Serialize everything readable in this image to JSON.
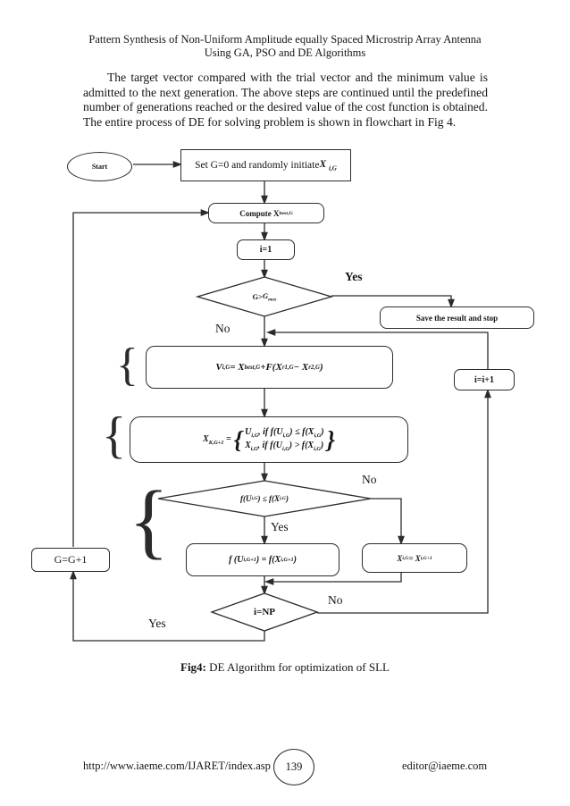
{
  "header": {
    "title_line1": "Pattern Synthesis of Non-Uniform Amplitude equally Spaced Microstrip Array Antenna",
    "title_line2": "Using GA, PSO and DE Algorithms",
    "paragraph": "The target vector compared with the trial vector and the minimum value is admitted to the next generation. The above steps are continued until the predefined number of generations reached or the desired value of the cost function is obtained. The entire process of DE for solving problem is shown in flowchart in Fig 4."
  },
  "flowchart": {
    "start_label": "Start",
    "set_box_text": "Set G=0 and randomly initiate ",
    "set_box_var": "X _{i,G}",
    "compute_box": "Compute X _{best,G}",
    "i1_box": "i=1",
    "gmax_prefix": "G> ",
    "gmax_var": "G_{max}",
    "save_box": "Save the result and stop",
    "v_box": "V_{i,G} = X_{best,G}+F(X_{r1,G} − X_{r2,G})",
    "i_inc_box": "i=i+1",
    "xk_lhs": "X_{K,G+1} =",
    "xk_line1": "U_{i,G}, if f(U_{i,G}) ≤ f(X_{i,G})",
    "xk_line2": "X_{i,G}, if f(U_{i,G}) > f(X_{i,G})",
    "brace_open": "{",
    "brace_close": "}",
    "brace_glyph": "{",
    "fu_diamond": "f(U _{i,G}) ≤ f(X_{i,G})",
    "fu_box": "f (U _{i,G+1}) = f(X_{i,G+1})",
    "xg_box": "X_{i,G} = X_{i,G+1}",
    "inp_diamond": "i=NP",
    "g_box": "G=G+1",
    "labels": {
      "yes_gmax": "Yes",
      "no_gmax": "No",
      "no_fu": "No",
      "yes_fu": "Yes",
      "no_inp": "No",
      "yes_inp": "Yes"
    }
  },
  "caption": {
    "prefix": "Fig4:",
    "text": " DE Algorithm for optimization of SLL"
  },
  "footer": {
    "url": "http://www.iaeme.com/IJARET/index.asp",
    "page_number": "139",
    "email": "editor@iaeme.com"
  }
}
